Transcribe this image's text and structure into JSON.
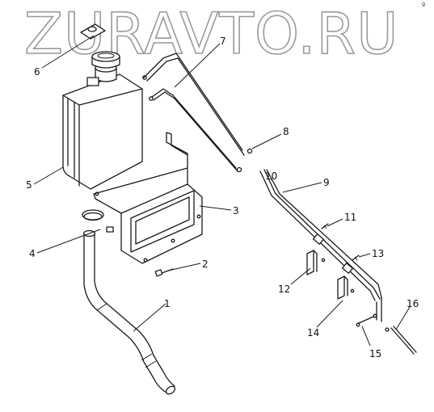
{
  "watermark": "ZURAVTO.RU",
  "corner_mark": "º",
  "callouts": [
    {
      "id": "1",
      "label": "1"
    },
    {
      "id": "2",
      "label": "2"
    },
    {
      "id": "3",
      "label": "3"
    },
    {
      "id": "4",
      "label": "4"
    },
    {
      "id": "5",
      "label": "5"
    },
    {
      "id": "6",
      "label": "6"
    },
    {
      "id": "7",
      "label": "7"
    },
    {
      "id": "8",
      "label": "8"
    },
    {
      "id": "9",
      "label": "9"
    },
    {
      "id": "10",
      "label": "10"
    },
    {
      "id": "11",
      "label": "11"
    },
    {
      "id": "12",
      "label": "12"
    },
    {
      "id": "13",
      "label": "13"
    },
    {
      "id": "14",
      "label": "14"
    },
    {
      "id": "15",
      "label": "15"
    },
    {
      "id": "16",
      "label": "16"
    }
  ]
}
